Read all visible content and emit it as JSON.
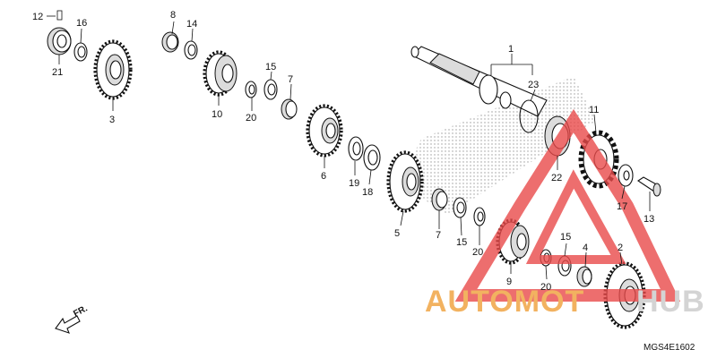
{
  "labels": {
    "p12": "12",
    "p16": "16",
    "p21": "21",
    "p3": "3",
    "p8": "8",
    "p14": "14",
    "p10": "10",
    "p15a": "15",
    "p20a": "20",
    "p7a": "7",
    "p1": "1",
    "p23": "23",
    "p6": "6",
    "p19": "19",
    "p18": "18",
    "p11": "11",
    "p22": "22",
    "p17": "17",
    "p13": "13",
    "p5": "5",
    "p7b": "7",
    "p15b": "15",
    "p20b": "20",
    "p9": "9",
    "p15c": "15",
    "p4": "4",
    "p2": "2",
    "p20c": "20"
  },
  "direction_marker": "FR.",
  "diagram_code": "MGS4E1602",
  "watermark": {
    "word_orange": "AUTOMOT",
    "word_dark": "HUB",
    "colors": {
      "orange": "#f2b260",
      "red": "#e94a4a",
      "dark": "#d9d9d9"
    }
  }
}
